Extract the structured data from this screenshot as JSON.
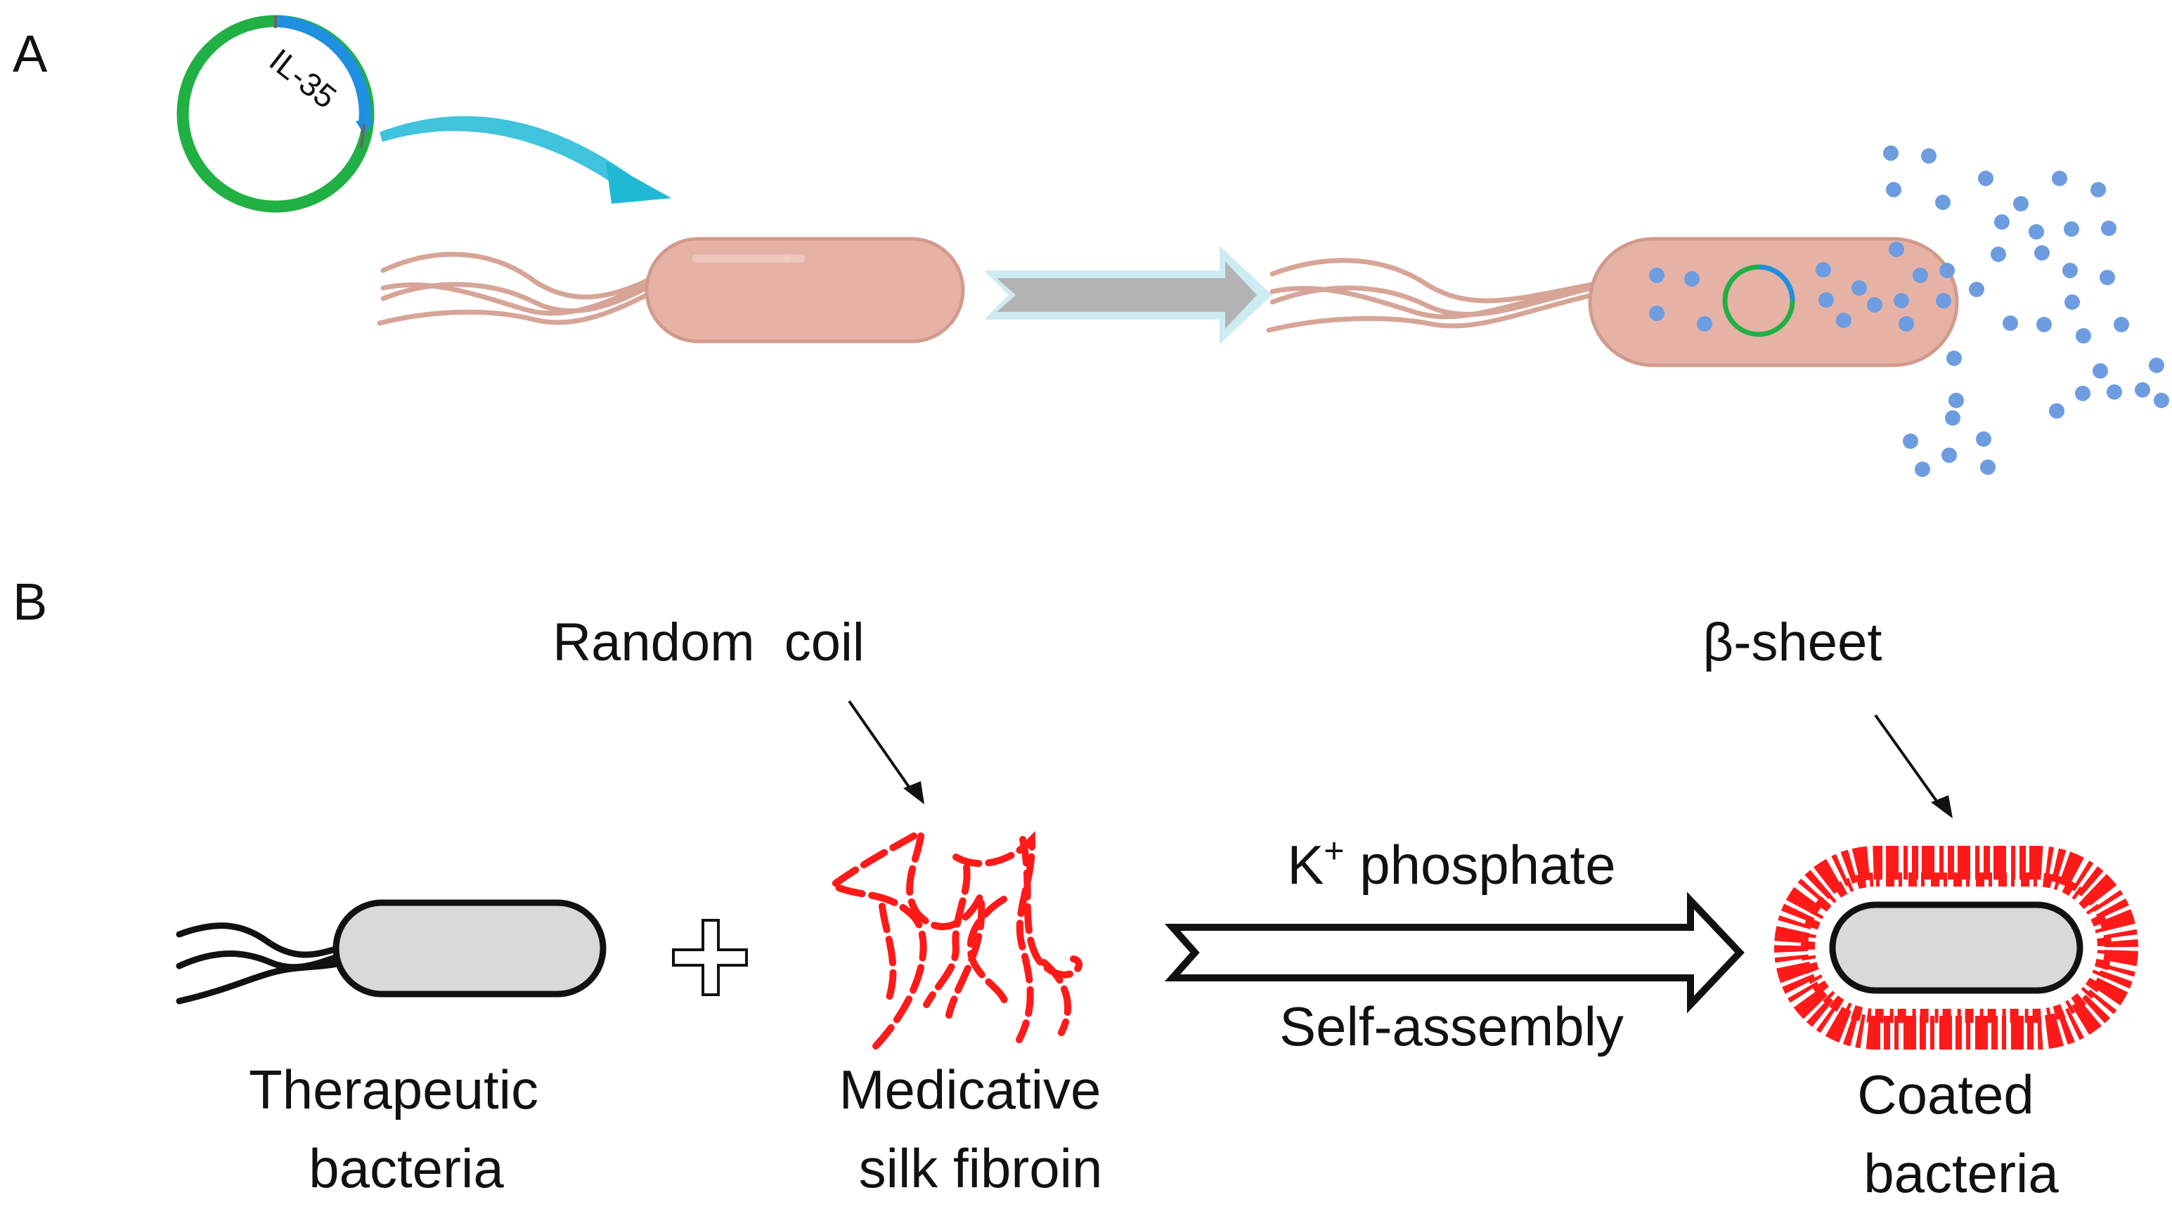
{
  "panels": {
    "a": {
      "letter": "A",
      "plasmid_gene": "IL-35"
    },
    "b": {
      "letter": "B",
      "random_coil": "Random  coil",
      "beta_sheet": "β-sheet",
      "arrow_top_base": "K",
      "arrow_top_sup": "+",
      "arrow_top_rest": " phosphate",
      "arrow_bottom": "Self-assembly",
      "bacteria_label": [
        "Therapeutic",
        "bacteria"
      ],
      "fibroin_label": [
        "Medicative",
        "silk fibroin"
      ],
      "coated_label": [
        "Coated",
        "bacteria"
      ]
    }
  },
  "colors": {
    "bacterium_fill": "#e6b2a6",
    "bacterium_stroke": "#d29a8d",
    "flagella": "#d6a598",
    "plasmid_green": "#20b043",
    "plasmid_blue": "#1f8fe0",
    "transfection_arrow": "#1fb9d6",
    "process_arrow_fill": "#b3b3b3",
    "process_arrow_halo": "#cdebf3",
    "il35_dots": "#6d9de0",
    "outline_bacterium_fill": "#d9d9d9",
    "silk_red": "#ff1a1a"
  }
}
